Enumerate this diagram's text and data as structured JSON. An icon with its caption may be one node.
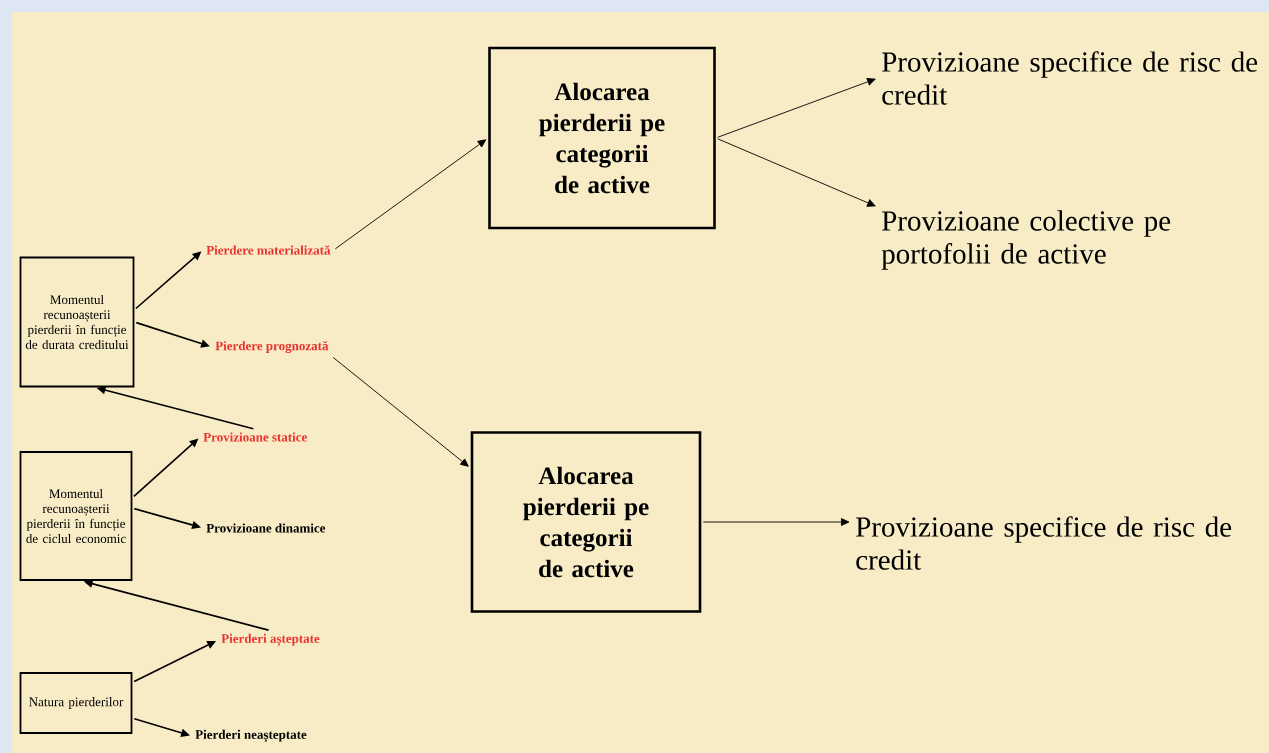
{
  "diagram": {
    "nodes": [
      {
        "text": [
          "Momentul recunoașterii pierderii în funcție de durata creditului"
        ]
      },
      {
        "text": [
          "Pierdere materializată"
        ]
      },
      {
        "text": [
          "Pierdere prognozată"
        ]
      },
      {
        "text": [
          "Alocarea pierderii pe categorii de active"
        ]
      },
      {
        "text": [
          "Provizioane specifice de risc de credit"
        ]
      },
      {
        "text": [
          "Provizioane colective pe portofolii de active"
        ]
      },
      {
        "text": [
          "Provizioane statice"
        ]
      },
      {
        "text": [
          "Momentul recunoașterii pierderii în funcție de ciclul economic"
        ]
      },
      {
        "text": [
          "Provizioane dinamice"
        ]
      },
      {
        "text": [
          "Alocarea pierderii pe categorii de active"
        ]
      },
      {
        "text": [
          "Provizioane specifice de risc de credit"
        ]
      },
      {
        "text": [
          "Pierderi așteptate"
        ]
      },
      {
        "text": [
          "Natura pierderilor"
        ]
      },
      {
        "text": [
          "Pierderi neașteptate"
        ]
      }
    ],
    "edges": [
      {
        "from": 0,
        "to": 1,
        "arrow": "to"
      },
      {
        "from": 0,
        "to": 2,
        "arrow": "to"
      },
      {
        "from": 1,
        "to": 3,
        "arrow": "to"
      },
      {
        "from": 3,
        "to": 4,
        "arrow": "to"
      },
      {
        "from": 3,
        "to": 5,
        "arrow": "to"
      },
      {
        "from": 2,
        "to": 9,
        "arrow": "to"
      },
      {
        "from": 6,
        "to": 0,
        "arrow": "to"
      },
      {
        "from": 7,
        "to": 6,
        "arrow": "to"
      },
      {
        "from": 7,
        "to": 8,
        "arrow": "to"
      },
      {
        "from": 9,
        "to": 10,
        "arrow": "to"
      },
      {
        "from": 11,
        "to": 7,
        "arrow": "to"
      },
      {
        "from": 12,
        "to": 11,
        "arrow": "to"
      },
      {
        "from": 12,
        "to": 13,
        "arrow": "to"
      }
    ]
  }
}
